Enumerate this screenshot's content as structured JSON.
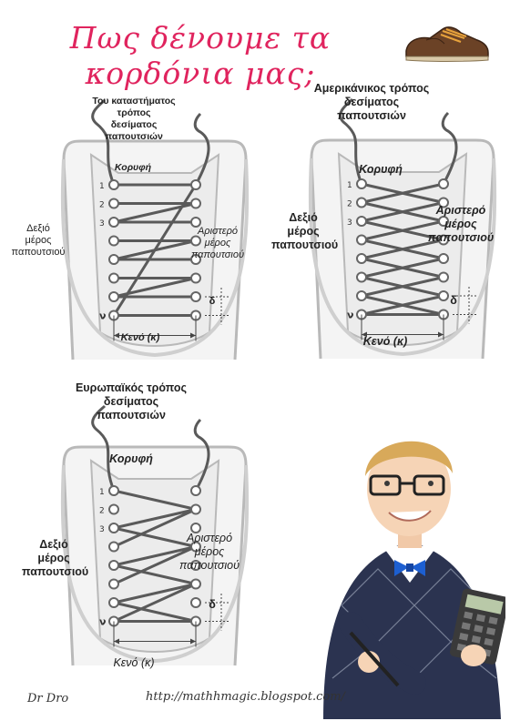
{
  "title": "Πως δένουμε τα κορδόνια μας;",
  "diagrams": [
    {
      "method": "Του καταστήματος\nτρόπος\nδεσίματος\nπαπουτσιών",
      "top": "Κορυφή",
      "right_side": "Δεξιό\nμέρος\nπαπουτσιού",
      "left_side": "Αριστερό\nμέρος\nπαπουτσιού",
      "gap": "Κενό (κ)",
      "spacing": "δ",
      "hole_labels": [
        "1",
        "2",
        "3",
        "ν"
      ]
    },
    {
      "method": "Αμερικάνικος τρόπος\nδεσίματος\nπαπουτσιών",
      "top": "Κορυφή",
      "right_side": "Δεξιό\nμέρος\nπαπουτσιού",
      "left_side": "Αριστερό\nμέρος\nπαπουτσιού",
      "gap": "Κενό (κ)",
      "spacing": "δ",
      "hole_labels": [
        "1",
        "2",
        "3",
        "ν"
      ]
    },
    {
      "method": "Ευρωπαϊκός τρόπος\nδεσίματος\nπαπουτσιών",
      "top": "Κορυφή",
      "right_side": "Δεξιό\nμέρος\nπαπουτσιού",
      "left_side": "Αριστερό\nμέρος\nπαπουτσιού",
      "gap": "Κενό (κ)",
      "spacing": "δ",
      "hole_labels": [
        "1",
        "2",
        "3",
        "ν"
      ]
    }
  ],
  "author": "Dr Dro",
  "website": "http://mathhmagic.blogspot.com/",
  "colors": {
    "title": "#e0245e",
    "lace": "#5a5a5a",
    "shoe_outline": "#b9b9b9"
  },
  "icons": [
    "shoe-icon",
    "boy-with-calculator-illustration"
  ]
}
